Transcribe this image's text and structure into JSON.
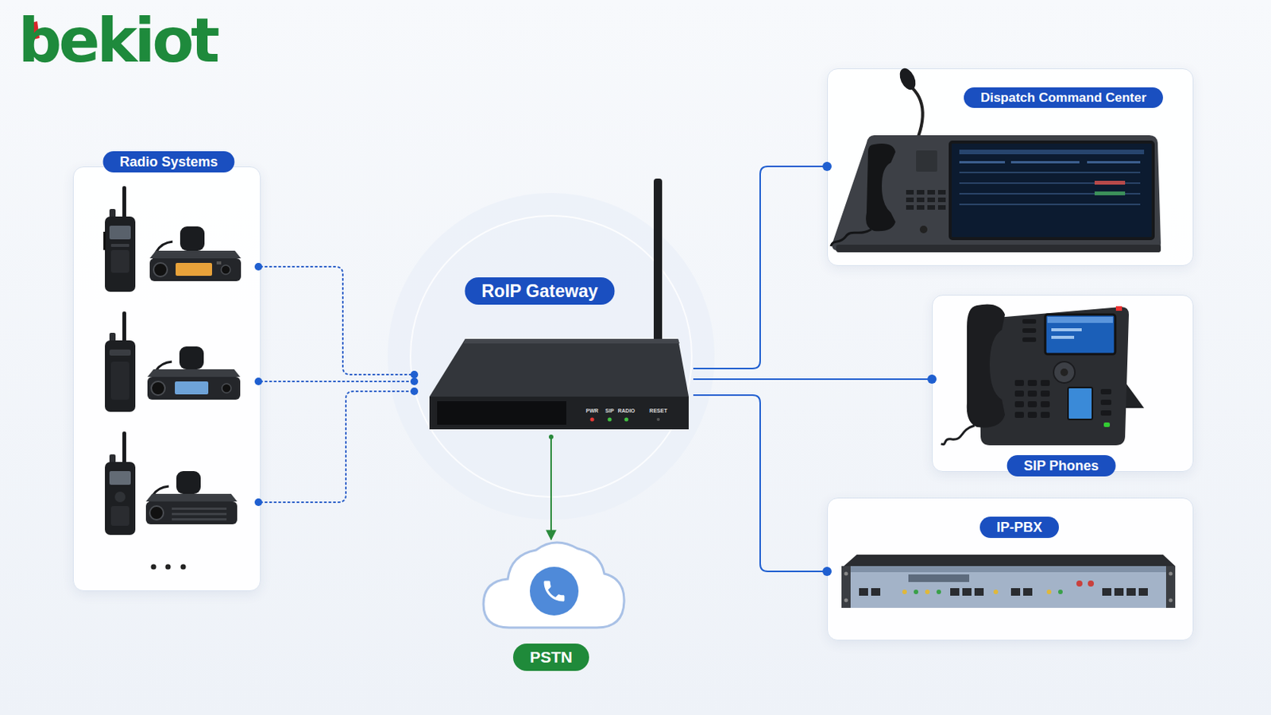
{
  "diagram": {
    "nodes": [
      {
        "text": [
          "Radio Systems"
        ]
      },
      {
        "text": [
          "RoIP Gateway"
        ]
      },
      {
        "text": [
          "PSTN"
        ]
      },
      {
        "text": [
          "Dispatch Command Center"
        ]
      },
      {
        "text": [
          "SIP Phones"
        ]
      },
      {
        "text": [
          "IP-PBX"
        ]
      }
    ],
    "edges": [
      {
        "from": 0,
        "to": 1,
        "arrow": "none"
      },
      {
        "from": 0,
        "to": 1,
        "arrow": "none"
      },
      {
        "from": 0,
        "to": 1,
        "arrow": "none"
      },
      {
        "from": 1,
        "to": 3,
        "arrow": "none"
      },
      {
        "from": 1,
        "to": 4,
        "arrow": "none"
      },
      {
        "from": 1,
        "to": 5,
        "arrow": "none"
      },
      {
        "from": 1,
        "to": 2,
        "arrow": "to"
      }
    ],
    "labels": [
      "bekiot",
      "PWR",
      "SIP",
      "RADIO",
      "RESET"
    ]
  }
}
